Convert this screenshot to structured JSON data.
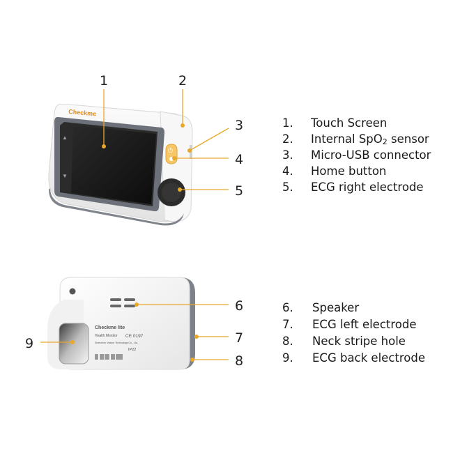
{
  "callouts": {
    "c1": "1",
    "c2": "2",
    "c3": "3",
    "c4": "4",
    "c5": "5",
    "c6": "6",
    "c7": "7",
    "c8": "8",
    "c9": "9"
  },
  "device_front": {
    "brand": "Checkme"
  },
  "device_back": {
    "brand": "Checkme lite",
    "model": "Health Monitor",
    "ce_mark": "CE 0197",
    "maker": "Shenzhen Viatom Technology Co., Ltd.",
    "ip_rating": "IP22"
  },
  "legend_front": [
    {
      "num": "1.",
      "label": "Touch Screen"
    },
    {
      "num": "2.",
      "label_pre": "Internal SpO",
      "label_sub": "2",
      "label_post": " sensor"
    },
    {
      "num": "3.",
      "label": "Micro-USB connector"
    },
    {
      "num": "4.",
      "label": "Home button"
    },
    {
      "num": "5.",
      "label": "ECG right electrode"
    }
  ],
  "legend_back": [
    {
      "num": "6.",
      "label": "Speaker"
    },
    {
      "num": "7.",
      "label": "ECG left electrode"
    },
    {
      "num": "8.",
      "label": "Neck stripe hole"
    },
    {
      "num": "9.",
      "label": "ECG back electrode"
    }
  ],
  "colors": {
    "leader_line": "#e8a82a",
    "screen": "#151515",
    "bezel": "#6c7179",
    "body": "#f3f3f3"
  }
}
